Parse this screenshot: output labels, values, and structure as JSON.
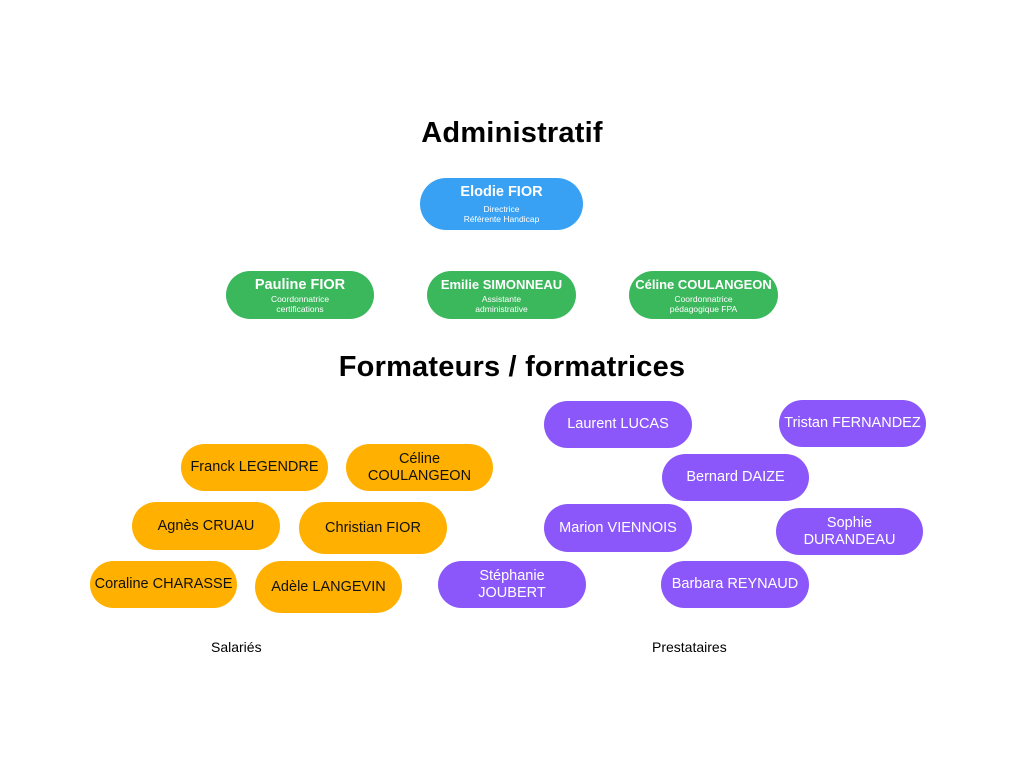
{
  "sections": {
    "admin_title": "Administratif",
    "trainers_title": "Formateurs / formatrices"
  },
  "colors": {
    "director": "#39a1f4",
    "admin_staff": "#3bb75c",
    "salaries": "#ffb000",
    "prestataires": "#8b57fa"
  },
  "director": {
    "name": "Elodie FIOR",
    "roles": [
      "Directrice",
      "Référente Handicap"
    ]
  },
  "admin_staff": [
    {
      "name": "Pauline FIOR",
      "roles": [
        "Coordonnatrice",
        "certifications"
      ]
    },
    {
      "name": "Emilie SIMONNEAU",
      "roles": [
        "Assistante",
        "administrative"
      ]
    },
    {
      "name": "Céline COULANGEON",
      "roles": [
        "Coordonnatrice",
        "pédagogique FPA"
      ]
    }
  ],
  "salaries": {
    "label": "Salariés",
    "members": [
      {
        "lines": [
          "Franck LEGENDRE"
        ]
      },
      {
        "lines": [
          "Céline",
          "COULANGEON"
        ]
      },
      {
        "lines": [
          "Agnès CRUAU"
        ]
      },
      {
        "lines": [
          "Christian FIOR"
        ]
      },
      {
        "lines": [
          "Coraline CHARASSE"
        ]
      },
      {
        "lines": [
          "Adèle LANGEVIN"
        ]
      }
    ]
  },
  "prestataires": {
    "label": "Prestataires",
    "members": [
      {
        "lines": [
          "Laurent LUCAS"
        ]
      },
      {
        "lines": [
          "Tristan FERNANDEZ"
        ]
      },
      {
        "lines": [
          "Bernard DAIZE"
        ]
      },
      {
        "lines": [
          "Marion VIENNOIS"
        ]
      },
      {
        "lines": [
          "Sophie",
          "DURANDEAU"
        ]
      },
      {
        "lines": [
          "Stéphanie",
          "JOUBERT"
        ]
      },
      {
        "lines": [
          "Barbara REYNAUD"
        ]
      }
    ]
  }
}
